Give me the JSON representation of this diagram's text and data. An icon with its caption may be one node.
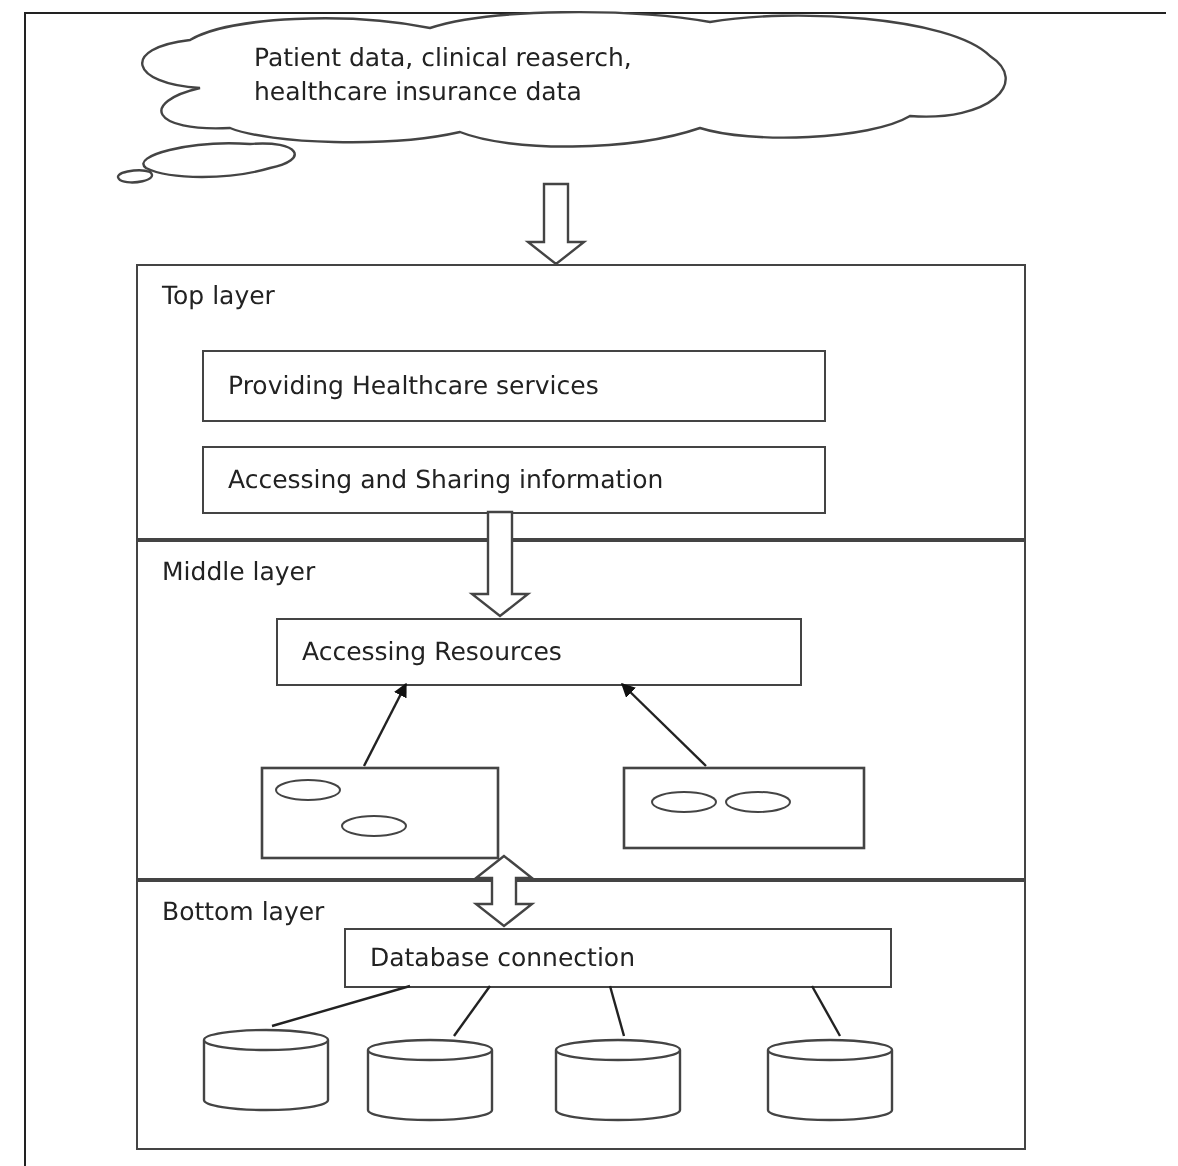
{
  "diagram": {
    "nodes": [
      {
        "text": [
          "Patient data, clinical reaserch, healthcare insurance data"
        ]
      },
      {
        "text": [
          "Top layer"
        ]
      },
      {
        "text": [
          "Providing Healthcare services"
        ],
        "in": 1
      },
      {
        "text": [
          "Accessing and Sharing information"
        ],
        "in": 1
      },
      {
        "text": [
          "Middle layer"
        ]
      },
      {
        "text": [
          "Accessing Resources"
        ],
        "in": 4
      },
      {
        "text": [],
        "shape": "box",
        "in": 4
      },
      {
        "text": [],
        "shape": "box",
        "in": 4
      },
      {
        "text": [
          "Bottom layer"
        ]
      },
      {
        "text": [
          "Database connection"
        ],
        "in": 8
      },
      {
        "text": [],
        "shape": "cylinder",
        "in": 8
      },
      {
        "text": [],
        "shape": "cylinder",
        "in": 8
      },
      {
        "text": [],
        "shape": "cylinder",
        "in": 8
      },
      {
        "text": [],
        "shape": "cylinder",
        "in": 8
      }
    ],
    "edges": [
      {
        "from": 0,
        "to": 1,
        "arrow": "to",
        "style": "thick"
      },
      {
        "from": 3,
        "to": 5,
        "arrow": "to",
        "style": "thick"
      },
      {
        "from": 6,
        "to": 5,
        "arrow": "to"
      },
      {
        "from": 7,
        "to": 5,
        "arrow": "to"
      },
      {
        "from": 6,
        "to": 9,
        "arrow": "both",
        "style": "thick"
      },
      {
        "from": 9,
        "to": 10,
        "arrow": "none"
      },
      {
        "from": 9,
        "to": 11,
        "arrow": "none"
      },
      {
        "from": 9,
        "to": 12,
        "arrow": "none"
      },
      {
        "from": 9,
        "to": 13,
        "arrow": "none"
      }
    ]
  }
}
